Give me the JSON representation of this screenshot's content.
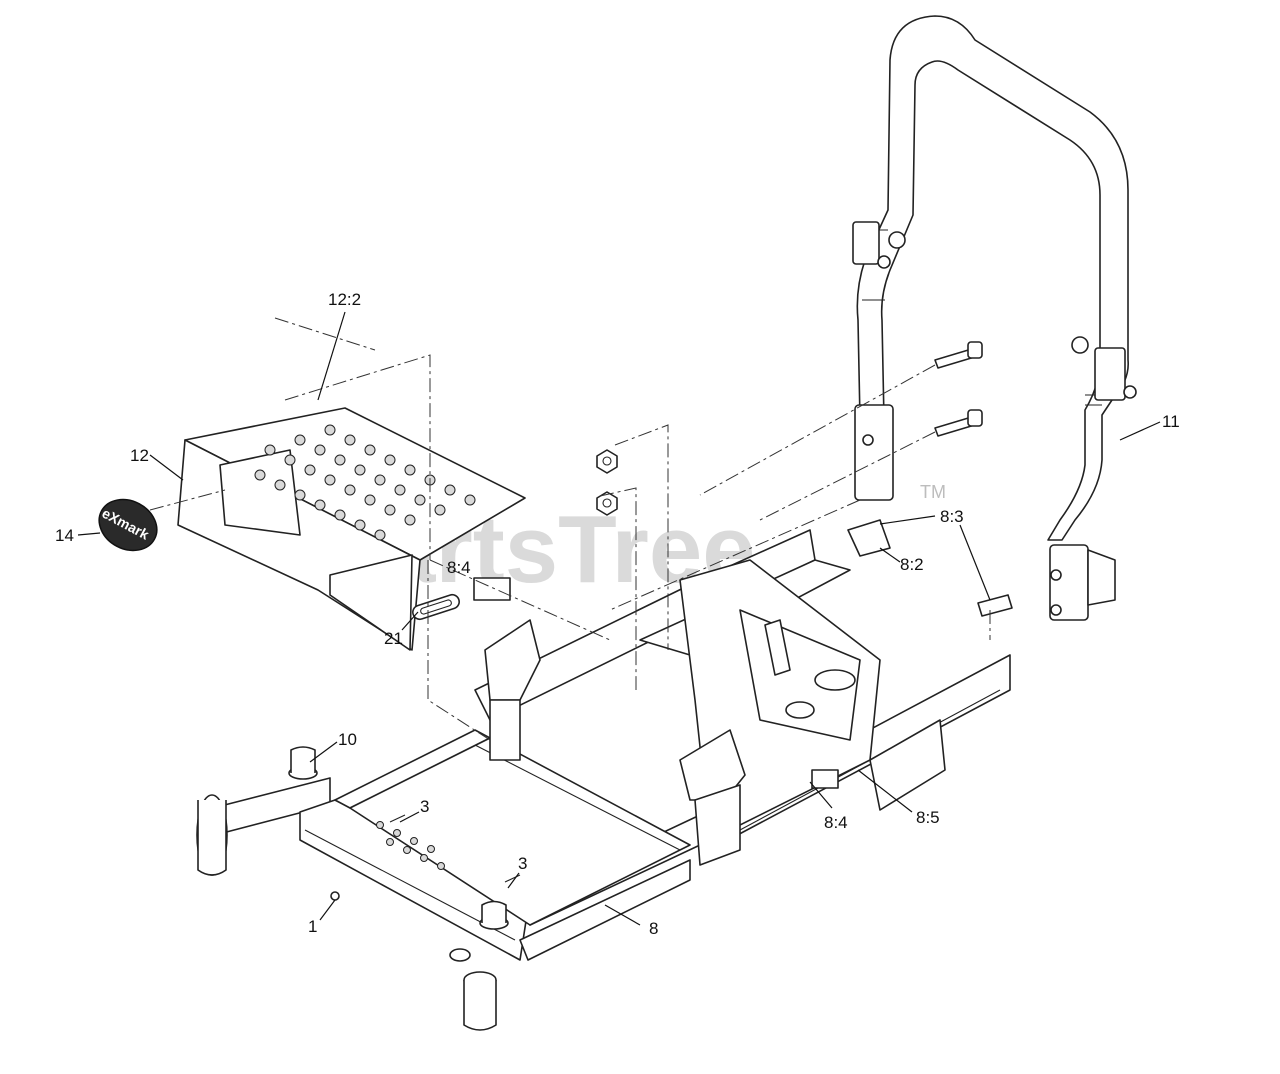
{
  "watermark": {
    "text": "PartsTree",
    "tm": "TM"
  },
  "logo": {
    "text": "eXmark"
  },
  "callouts": {
    "c12_2": "12:2",
    "c12": "12",
    "c14": "14",
    "c8_4_top": "8:4",
    "c21": "21",
    "c10": "10",
    "c3_a": "3",
    "c3_b": "3",
    "c1": "1",
    "c8": "8",
    "c8_4_bottom": "8:4",
    "c8_5": "8:5",
    "c8_3": "8:3",
    "c8_2": "8:2",
    "c11": "11"
  }
}
